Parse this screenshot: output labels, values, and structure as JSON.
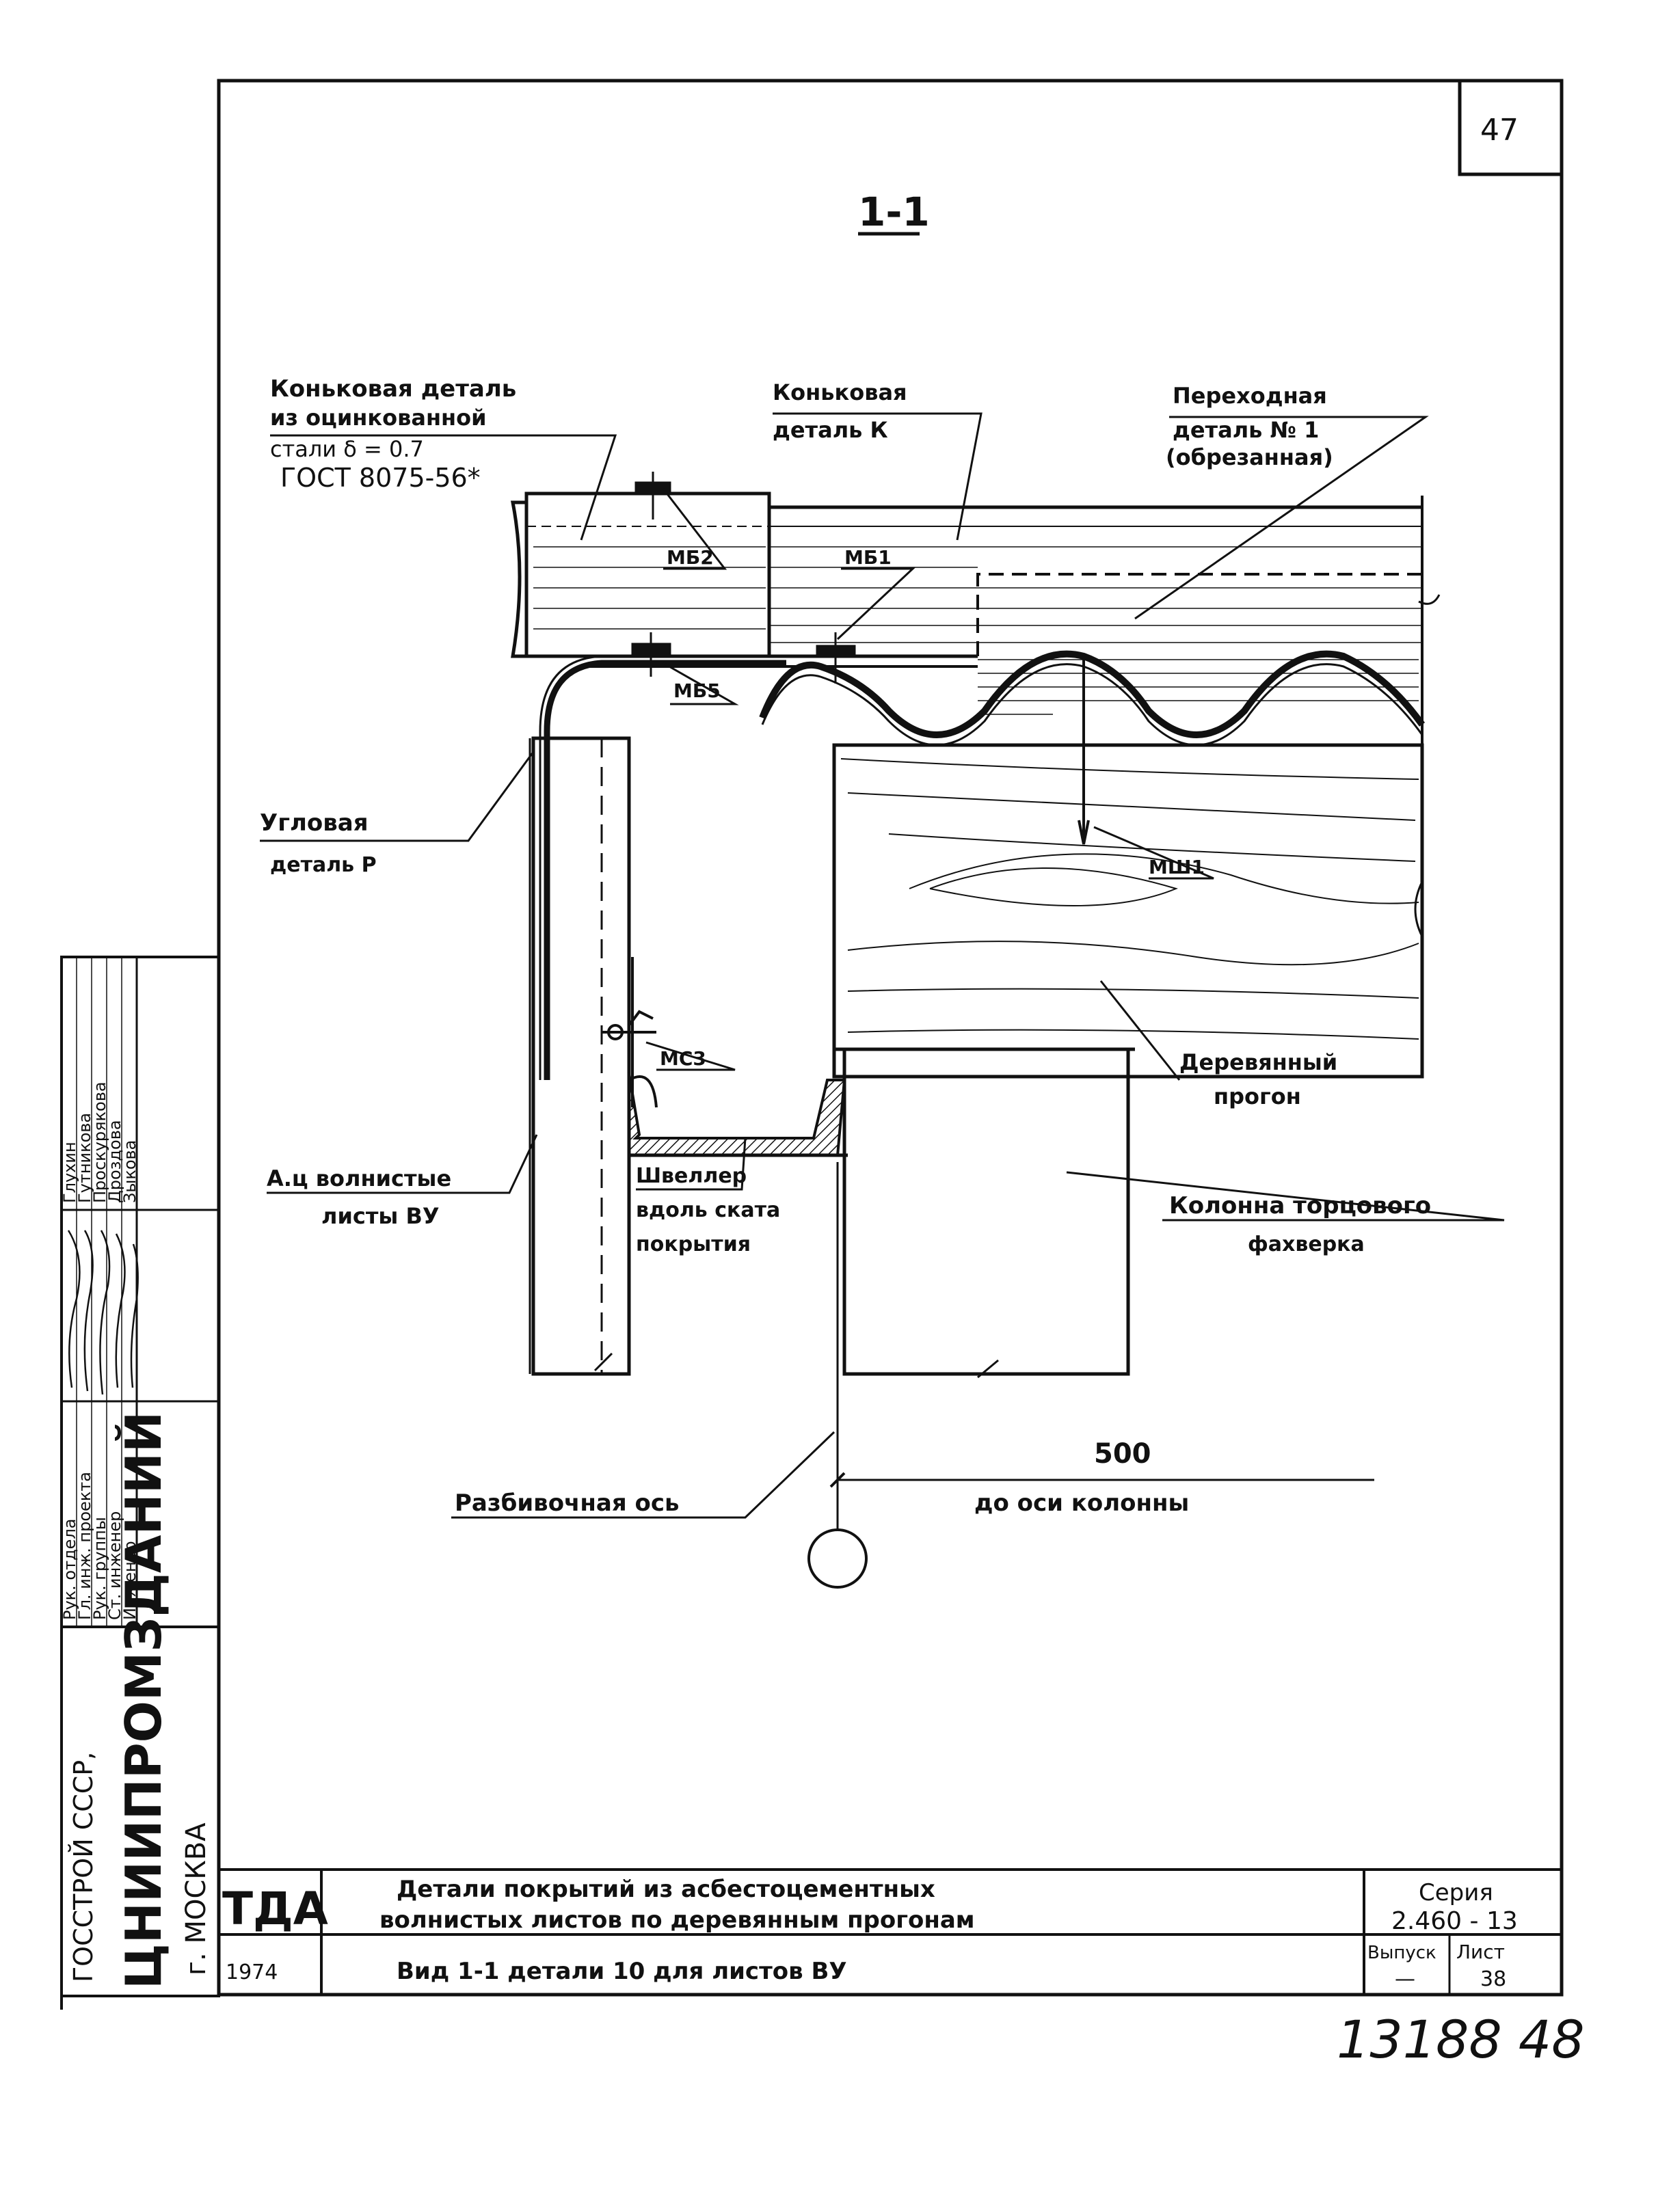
{
  "sheet": {
    "page_number": "47",
    "section_mark": "1-1",
    "handwritten_number": "13188 48"
  },
  "callouts": {
    "ridge_detail_galv": [
      "Коньковая деталь",
      "из оцинкованной",
      "стали δ = 0.7",
      "ГОСТ 8075-56*"
    ],
    "ridge_detail_k": [
      "Коньковая",
      "деталь К"
    ],
    "transition_detail": [
      "Переходная",
      "деталь № 1",
      "(обрезанная)"
    ],
    "corner_detail": [
      "Угловая",
      "деталь Р"
    ],
    "wooden_purlin": [
      "Деревянный",
      "прогон"
    ],
    "ac_sheets": [
      "А.ц волнистые",
      "листы ВУ"
    ],
    "channel": [
      "Швеллер",
      "вдоль ската",
      "покрытия"
    ],
    "end_column": [
      "Колонна торцового",
      "фахверка"
    ],
    "layout_axis": "Разбивочная ось",
    "dim_value": "500",
    "dim_note": "до оси колонны"
  },
  "markers": {
    "mb2": "МБ2",
    "mb1": "МБ1",
    "mb5": "МБ5",
    "msh1": "МШ1",
    "ms3": "МС3"
  },
  "stamp": {
    "org_line1": "ГОССТРОЙ СССР,",
    "org_line2": "ЦНИИПРОМЗДАНИЙ",
    "org_line3": "г. МОСКВА",
    "roles": [
      "Рук. отдела",
      "Гл. инж. проекта",
      "Рук. группы",
      "Ст. инженер",
      "Инженер"
    ],
    "names": [
      "Глухин",
      "Гутникова",
      "Проскурякова",
      "Дроздова",
      "Зыкова"
    ],
    "tda": "ТДА",
    "year": "1974",
    "title_line1": "Детали покрытий из асбестоцементных",
    "title_line2": "волнистых листов по деревянным прогонам",
    "subtitle": "Вид 1-1 детали 10 для листов ВУ",
    "series_label": "Серия",
    "series_value": "2.460 - 13",
    "issue_label": "Выпуск",
    "issue_value": "—",
    "sheet_label": "Лист",
    "sheet_value": "38"
  }
}
